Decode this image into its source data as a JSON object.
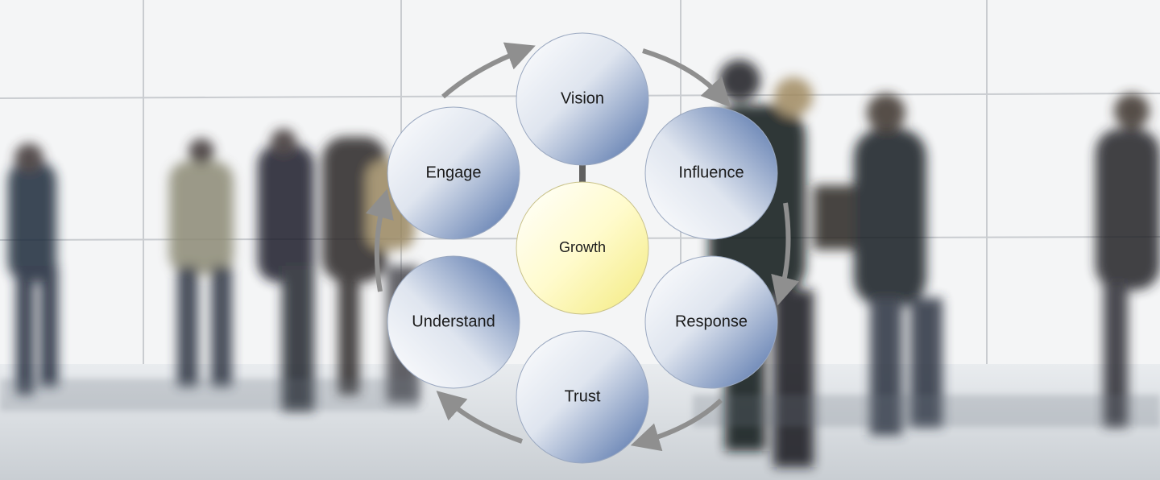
{
  "diagram": {
    "center": {
      "label": "Growth"
    },
    "nodes": [
      {
        "label": "Vision"
      },
      {
        "label": "Influence"
      },
      {
        "label": "Response"
      },
      {
        "label": "Trust"
      },
      {
        "label": "Understand"
      },
      {
        "label": "Engage"
      }
    ],
    "flow_direction": "clockwise",
    "colors": {
      "node_fill_dark": "#4f6fa8",
      "node_fill_light": "#ffffff",
      "center_fill": "#fff9b8",
      "arrow": "#8f8f8f",
      "connector": "#606060"
    }
  },
  "background": {
    "description_icon": "blurred-walking-crowd-photo"
  }
}
